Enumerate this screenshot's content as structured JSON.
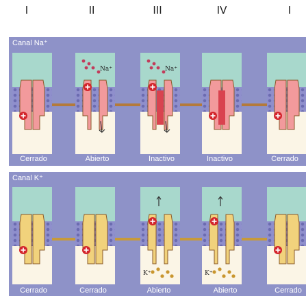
{
  "stages": [
    "I",
    "II",
    "III",
    "IV",
    "I"
  ],
  "panels": [
    {
      "title": "Canal Na⁺",
      "states": [
        "Cerrado",
        "Abierto",
        "Inactivo",
        "Inactivo",
        "Cerrado"
      ],
      "ion_labels": [
        "",
        "Na⁺",
        "Na⁺",
        "",
        ""
      ]
    },
    {
      "title": "Canal K⁺",
      "states": [
        "Cerrado",
        "Cerrado",
        "Abierto",
        "Abierto",
        "Cerrado"
      ],
      "ion_labels": [
        "",
        "",
        "K⁺",
        "K⁺",
        ""
      ]
    }
  ],
  "colors": {
    "panel": "#8e92c8",
    "na_channel": "#f29a9c",
    "k_channel": "#f1d27c",
    "positive_charge": "#d3242b",
    "ion_dots_na": "#c23b5a",
    "ion_dots_k": "#c9962e"
  }
}
